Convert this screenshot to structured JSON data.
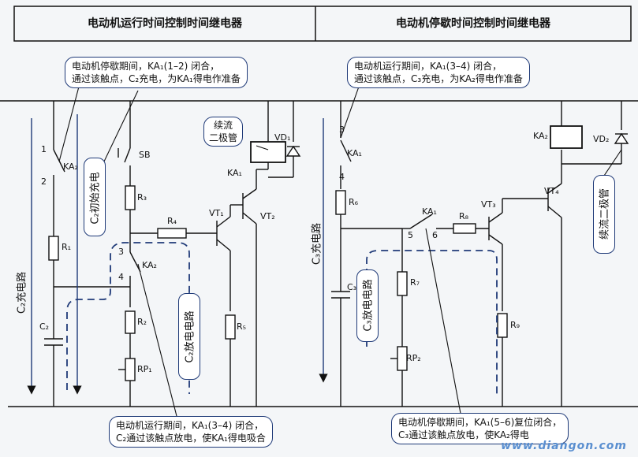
{
  "header": {
    "left_title": "电动机运行时间控制时间继电器",
    "right_title": "电动机停歇时间控制时间继电器"
  },
  "notes": {
    "top_left_line1": "电动机停歇期间，KA₁(1–2) 闭合，",
    "top_left_line2": "通过该触点，C₂充电，为KA₁得电作准备",
    "top_right_line1": "电动机运行期间，KA₁(3–4) 闭合，",
    "top_right_line2": "通过该触点，C₃充电，为KA₂得电作准备",
    "bottom_left_line1": "电动机运行期间，KA₁(3–4) 闭合，",
    "bottom_left_line2": "C₂通过该触点放电，使KA₁得电吸合",
    "bottom_right_line1": "电动机停歇期间，KA₁(5–6)复位闭合，",
    "bottom_right_line2": "C₃通过该触点放电，使KA₂得电",
    "freewheel_diode_1": "续流\n二极管",
    "freewheel_diode_2": "续流二极管"
  },
  "vertical_labels": {
    "c2_charge_path": "C₂充电路",
    "c2_initial_charge": "C₂初始充电",
    "c2_discharge_path": "C₂放电电路",
    "c3_charge_path": "C₃充电路",
    "c3_discharge_path": "C₃放电电路"
  },
  "components": {
    "ka2_left": "KA₂",
    "ka2_mid": "KA₂",
    "sb": "SB",
    "r1": "R₁",
    "r2": "R₂",
    "r3": "R₃",
    "r4": "R₄",
    "r5": "R₅",
    "r6": "R₆",
    "r7": "R₇",
    "r8": "R₈",
    "r9": "R₉",
    "c2": "C₂",
    "c3": "C₃",
    "rp1": "RP₁",
    "rp2": "RP₂",
    "vt1": "VT₁",
    "vt2": "VT₂",
    "vt3": "VT₃",
    "vt4": "VT₄",
    "ka1_coil": "KA₁",
    "ka2_coil": "KA₂",
    "vd1": "VD₁",
    "vd2": "VD₂",
    "ka1_contact_top": "KA₁",
    "ka1_contact_mid": "KA₁"
  },
  "terminals": {
    "t1": "1",
    "t2": "2",
    "t3": "3",
    "t4": "4",
    "t3r": "3",
    "t4r": "4",
    "t5": "5",
    "t6": "6"
  },
  "watermark": "www.diangon.com"
}
